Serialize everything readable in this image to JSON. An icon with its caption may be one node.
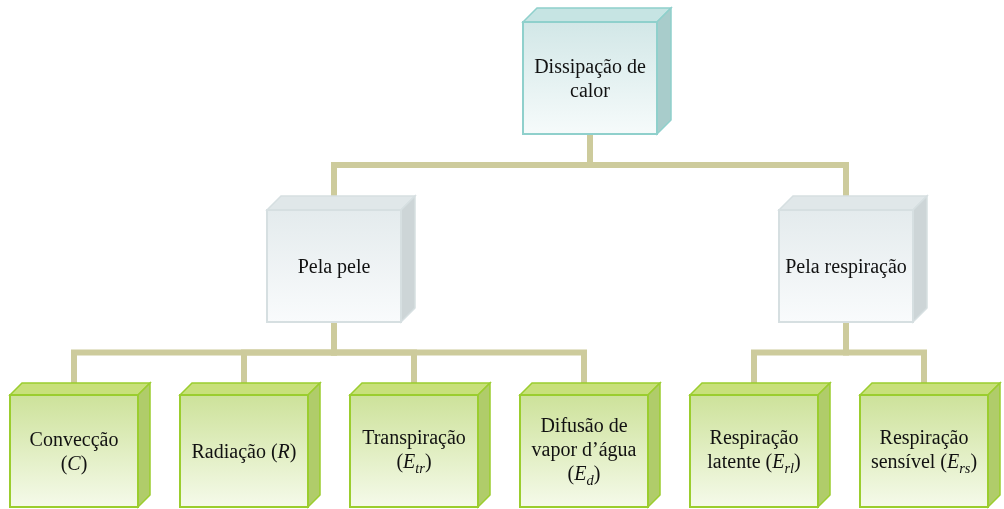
{
  "diagram": {
    "nodes": [
      {
        "text": [
          "Dissipação de calor"
        ]
      },
      {
        "text": [
          "Pela pele"
        ]
      },
      {
        "text": [
          "Pela respiração"
        ]
      },
      {
        "text": [
          "Convecção (*C*)"
        ]
      },
      {
        "text": [
          "Radiação (*R*)"
        ]
      },
      {
        "text": [
          "Transpiração (*E*$_{tr}$)"
        ]
      },
      {
        "text": [
          "Difusão de vapor d’água (*E*$_{d}$)"
        ]
      },
      {
        "text": [
          "Respiração latente (*E*$_{rl}$)"
        ]
      },
      {
        "text": [
          "Respiração sensível (*E*$_{rs}$)"
        ]
      }
    ],
    "edges": [
      {
        "from": 0,
        "to": 1,
        "arrow": "none"
      },
      {
        "from": 0,
        "to": 2,
        "arrow": "none"
      },
      {
        "from": 1,
        "to": 3,
        "arrow": "none"
      },
      {
        "from": 1,
        "to": 4,
        "arrow": "none"
      },
      {
        "from": 1,
        "to": 5,
        "arrow": "none"
      },
      {
        "from": 1,
        "to": 6,
        "arrow": "none"
      },
      {
        "from": 2,
        "to": 7,
        "arrow": "none"
      },
      {
        "from": 2,
        "to": 8,
        "arrow": "none"
      }
    ]
  }
}
